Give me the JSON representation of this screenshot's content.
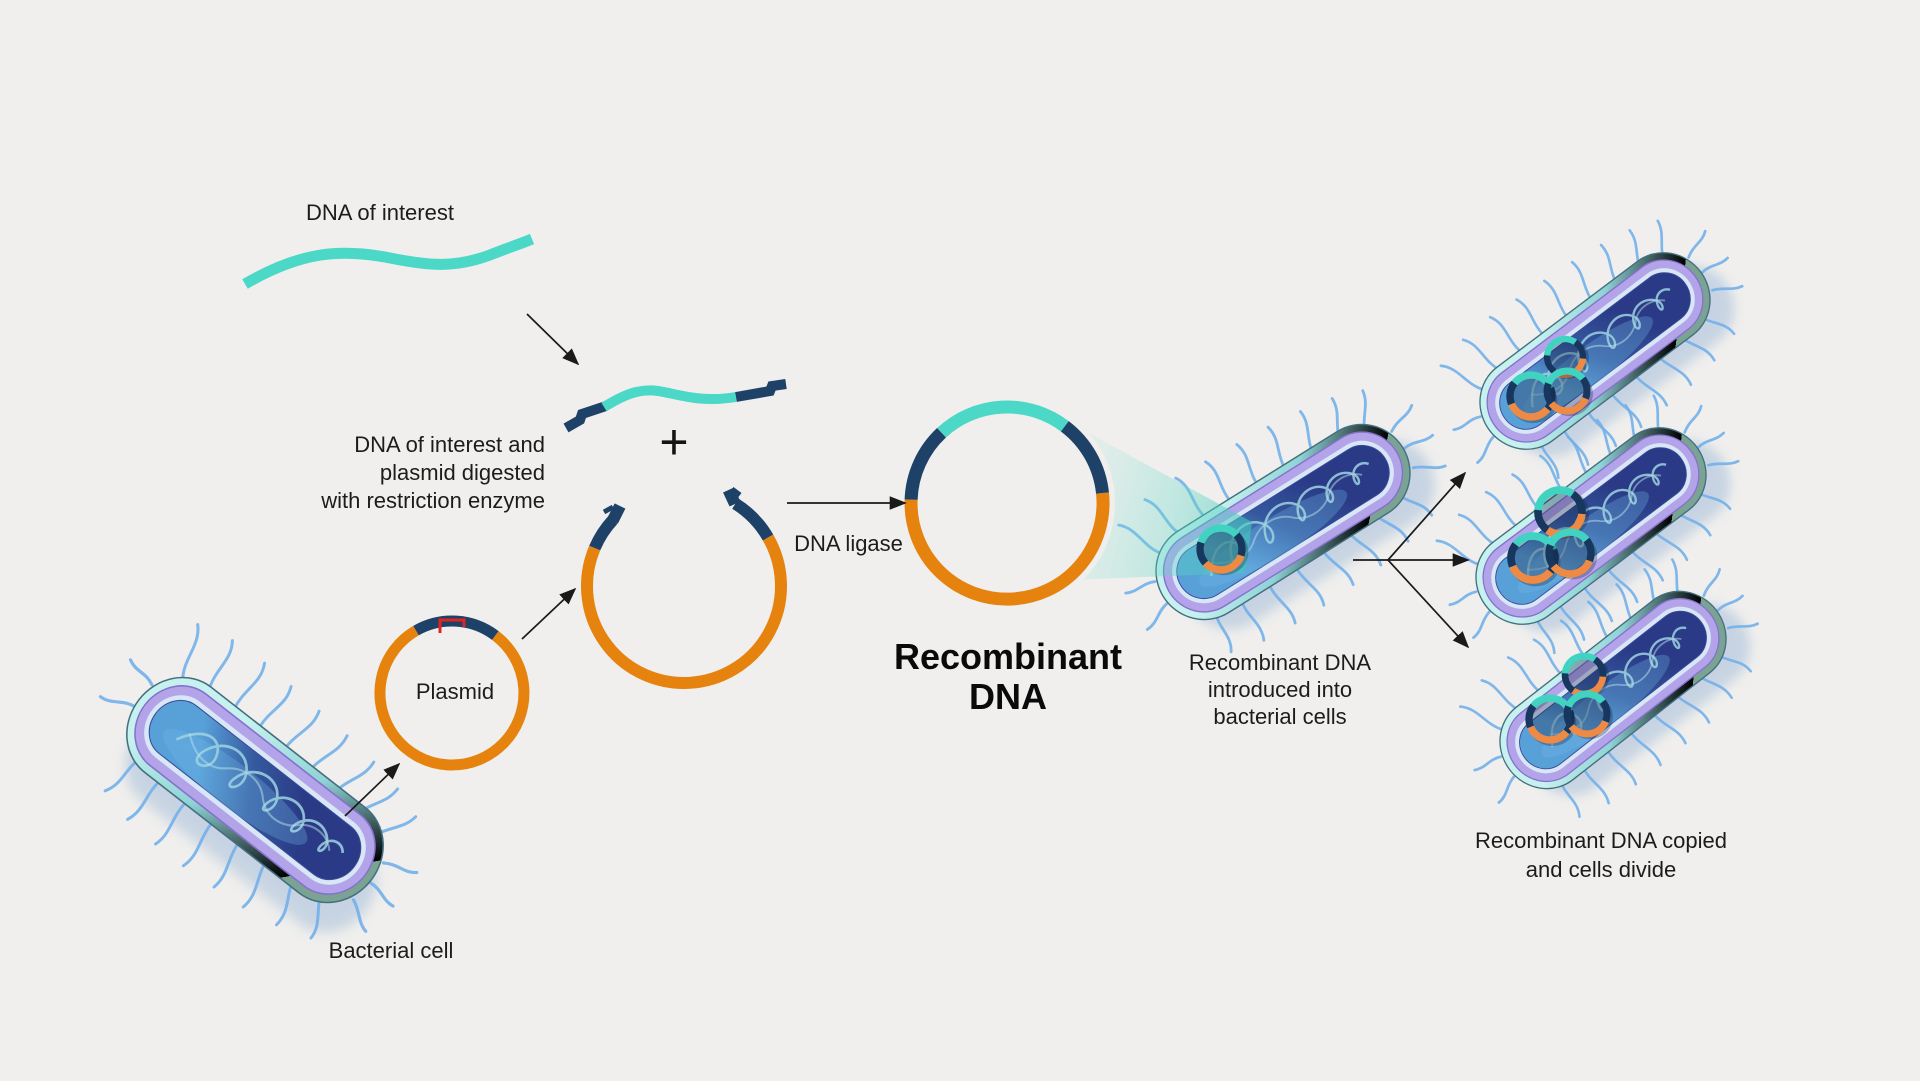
{
  "diagram": {
    "dna_of_interest": {
      "label": "DNA of interest"
    },
    "digestion": {
      "label_lines": [
        "DNA of interest and",
        "plasmid digested",
        "with restriction enzyme"
      ],
      "plus_sign": "+"
    },
    "plasmid": {
      "label": "Plasmid"
    },
    "ligation": {
      "label": "DNA ligase"
    },
    "recombinant": {
      "label_lines": [
        "Recombinant",
        "DNA"
      ]
    },
    "introduction": {
      "label_lines": [
        "Recombinant DNA",
        "introduced into",
        "bacterial cells"
      ]
    },
    "replication": {
      "label_lines": [
        "Recombinant DNA copied",
        "and cells divide"
      ]
    },
    "bacterial_cell": {
      "label": "Bacterial cell"
    }
  },
  "colors": {
    "background": "#f0efed",
    "dna_teal": "#4bd8c6",
    "segment_navy": "#1e4168",
    "plasmid_orange": "#e5830e",
    "restriction_site_red": "#e42320",
    "text": "#1c1c1c",
    "arrow": "#1a1a1a",
    "bacterium_capsule_teal": "#8fd3d6",
    "bacterium_membrane_purple": "#b3a4ea",
    "bacterium_cytoplasm_blue": "#33579f",
    "flagella_blue": "#74b1ea",
    "mini_plasmid_orange": "#ee8a44",
    "cone_teal": "#40c7b7"
  }
}
